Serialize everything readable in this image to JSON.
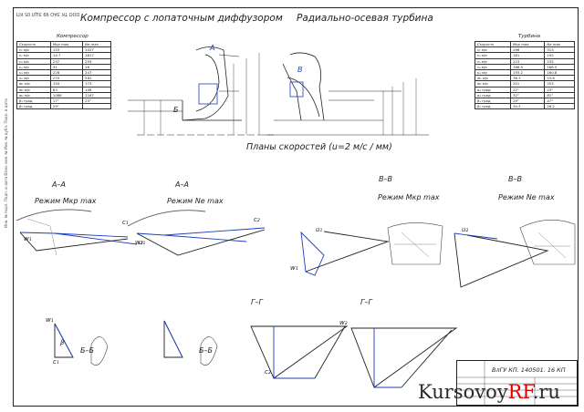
{
  "sheet": {
    "top_code": "ООО ТК ЗАО 99 ЗЦЛ 05 КП",
    "side_text": "Инв. № подл.   Подп. и дата   Взам. инв. №   Инв. № дубл.   Подп. и дата",
    "stamp_code": "ВлГУ КП. 140501. 16 КП",
    "watermark_main": "Kursovoy",
    "watermark_accent": "RF",
    "watermark_tld": ".ru"
  },
  "titles": {
    "compressor": "Компрессор с лопаточным диффузором",
    "turbine": "Радиально-осевая турбина",
    "velocity_plans": "Планы скоростей (u=2 м/с / мм)"
  },
  "compressor_table": {
    "caption": "Компрессор",
    "columns": [
      "Скорость",
      "Мкр max",
      "Ne max"
    ],
    "rows": [
      [
        "c₁ м/с",
        "153",
        "1027"
      ],
      [
        "c₂ м/с",
        "14.7",
        "1817"
      ],
      [
        "c₃ м/с",
        "237",
        "259"
      ],
      [
        "c₄ м/с",
        "31",
        "16"
      ],
      [
        "u₁ м/с",
        "226",
        "247"
      ],
      [
        "u₂ м/с",
        "270",
        "282"
      ],
      [
        "w₁ м/с",
        "154",
        "173"
      ],
      [
        "w₂ м/с",
        "83",
        "106"
      ],
      [
        "w₂ м/с",
        "1086",
        "1167"
      ],
      [
        "β₁ град",
        "17°",
        "23°"
      ],
      [
        "β₂ град",
        "29°",
        ""
      ]
    ]
  },
  "turbine_table": {
    "caption": "Турбина",
    "columns": [
      "Скорость",
      "Мкр max",
      "Ne max"
    ],
    "rows": [
      [
        "c₁ м/с",
        "296",
        "313"
      ],
      [
        "c₂ м/с",
        "181",
        "192"
      ],
      [
        "c₃ м/с",
        "223",
        "235"
      ],
      [
        "c₄ м/с",
        "186.9",
        "168.5"
      ],
      [
        "u₁ м/с",
        "193.2",
        "160.8"
      ],
      [
        "w₁ м/с",
        "36.3",
        "23.6"
      ],
      [
        "w₂ м/с",
        "201",
        "253"
      ],
      [
        "α₁ град",
        "22°",
        "23°"
      ],
      [
        "α₂ град",
        "32°",
        "81°"
      ],
      [
        "β₁ град",
        "29°",
        "47°"
      ],
      [
        "β₂ град",
        "34.3",
        "26.2"
      ]
    ]
  },
  "labels": {
    "section_aa": "А–А",
    "section_bb": "В–В",
    "section_bbl": "Б–Б",
    "section_gg": "Г–Г",
    "mode_mkp": "Режим Mкр max",
    "mode_ne": "Режим Ne max",
    "a": "А",
    "b": "Б",
    "v": "В"
  },
  "vectors": {
    "c1": "c₁",
    "c2": "c₂",
    "u1": "u₁",
    "u2": "u₂",
    "w1": "w₁",
    "w2": "w₂",
    "beta": "β"
  }
}
